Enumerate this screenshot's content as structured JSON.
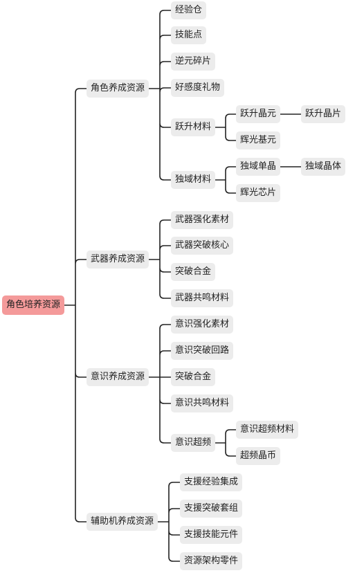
{
  "root": {
    "label": "角色培养资源"
  },
  "branches": [
    {
      "label": "角色养成资源",
      "children": [
        {
          "label": "经验仓"
        },
        {
          "label": "技能点"
        },
        {
          "label": "逆元碎片"
        },
        {
          "label": "好感度礼物"
        },
        {
          "label": "跃升材料",
          "children": [
            {
              "label": "跃升晶元",
              "children": [
                {
                  "label": "跃升晶片"
                }
              ]
            },
            {
              "label": "辉光基元"
            }
          ]
        },
        {
          "label": "独域材料",
          "children": [
            {
              "label": "独域单晶",
              "children": [
                {
                  "label": "独域晶体"
                }
              ]
            },
            {
              "label": "辉光芯片"
            }
          ]
        }
      ]
    },
    {
      "label": "武器养成资源",
      "children": [
        {
          "label": "武器强化素材"
        },
        {
          "label": "武器突破核心"
        },
        {
          "label": "突破合金"
        },
        {
          "label": "武器共鸣材料"
        }
      ]
    },
    {
      "label": "意识养成资源",
      "children": [
        {
          "label": "意识强化素材"
        },
        {
          "label": "意识突破回路"
        },
        {
          "label": "突破合金"
        },
        {
          "label": "意识共鸣材料"
        },
        {
          "label": "意识超频",
          "children": [
            {
              "label": "意识超频材料"
            },
            {
              "label": "超频晶币"
            }
          ]
        }
      ]
    },
    {
      "label": "辅助机养成资源",
      "children": [
        {
          "label": "支援经验集成"
        },
        {
          "label": "支援突破套组"
        },
        {
          "label": "支援技能元件"
        },
        {
          "label": "资源架构零件"
        }
      ]
    }
  ],
  "colors": {
    "root_fill": "#f49a9a",
    "node_fill": "#ececec",
    "edge": "#222222"
  }
}
